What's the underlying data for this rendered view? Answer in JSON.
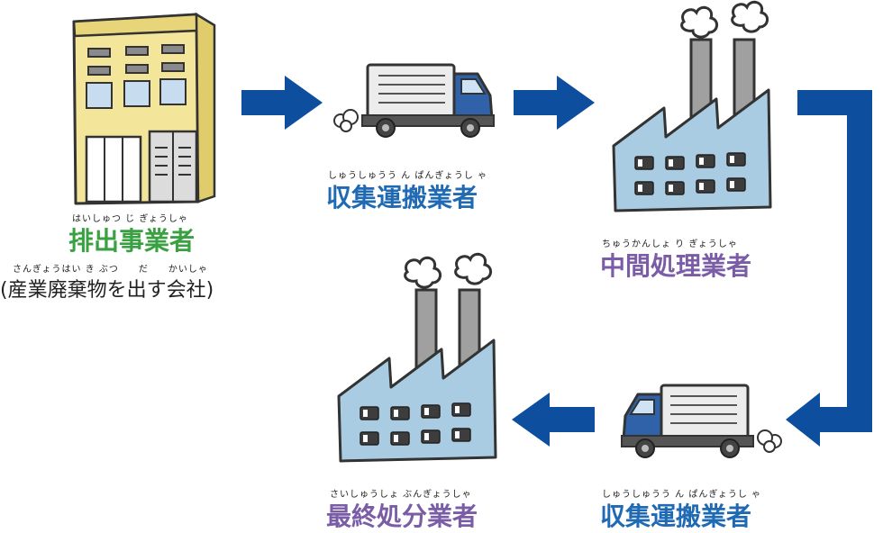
{
  "nodes": {
    "generator": {
      "ruby": "はいしゅつ じ ぎょうしゃ",
      "label": "排出事業者",
      "sub_ruby": "さんぎょうはい き ぶつ　　だ　　かいしゃ",
      "sub": "(産業廃棄物を出す会社)",
      "color": "#3aa142"
    },
    "transporter_1": {
      "ruby": "しゅうしゅうう ん ぱんぎょうし ゃ",
      "label": "収集運搬業者",
      "color": "#1f6ab3"
    },
    "intermediate": {
      "ruby": "ちゅうかんしょ り ぎょうしゃ",
      "label": "中間処理業者",
      "color": "#7a5da6"
    },
    "transporter_2": {
      "ruby": "しゅうしゅうう ん ぱんぎょうし ゃ",
      "label": "収集運搬業者",
      "color": "#1f6ab3"
    },
    "final": {
      "ruby": "さいしゅうしょ ぶんぎょうしゃ",
      "label": "最終処分業者",
      "color": "#7a5da6"
    }
  },
  "icons": {
    "generator": "office-building-icon",
    "transporter_1": "truck-icon",
    "intermediate": "factory-icon",
    "transporter_2": "truck-icon",
    "final": "factory-icon"
  },
  "colors": {
    "arrow": "#0d4f9e",
    "factory_body": "#a9cce3",
    "building_body": "#f3e69b",
    "truck_cab": "#2f62a8"
  }
}
